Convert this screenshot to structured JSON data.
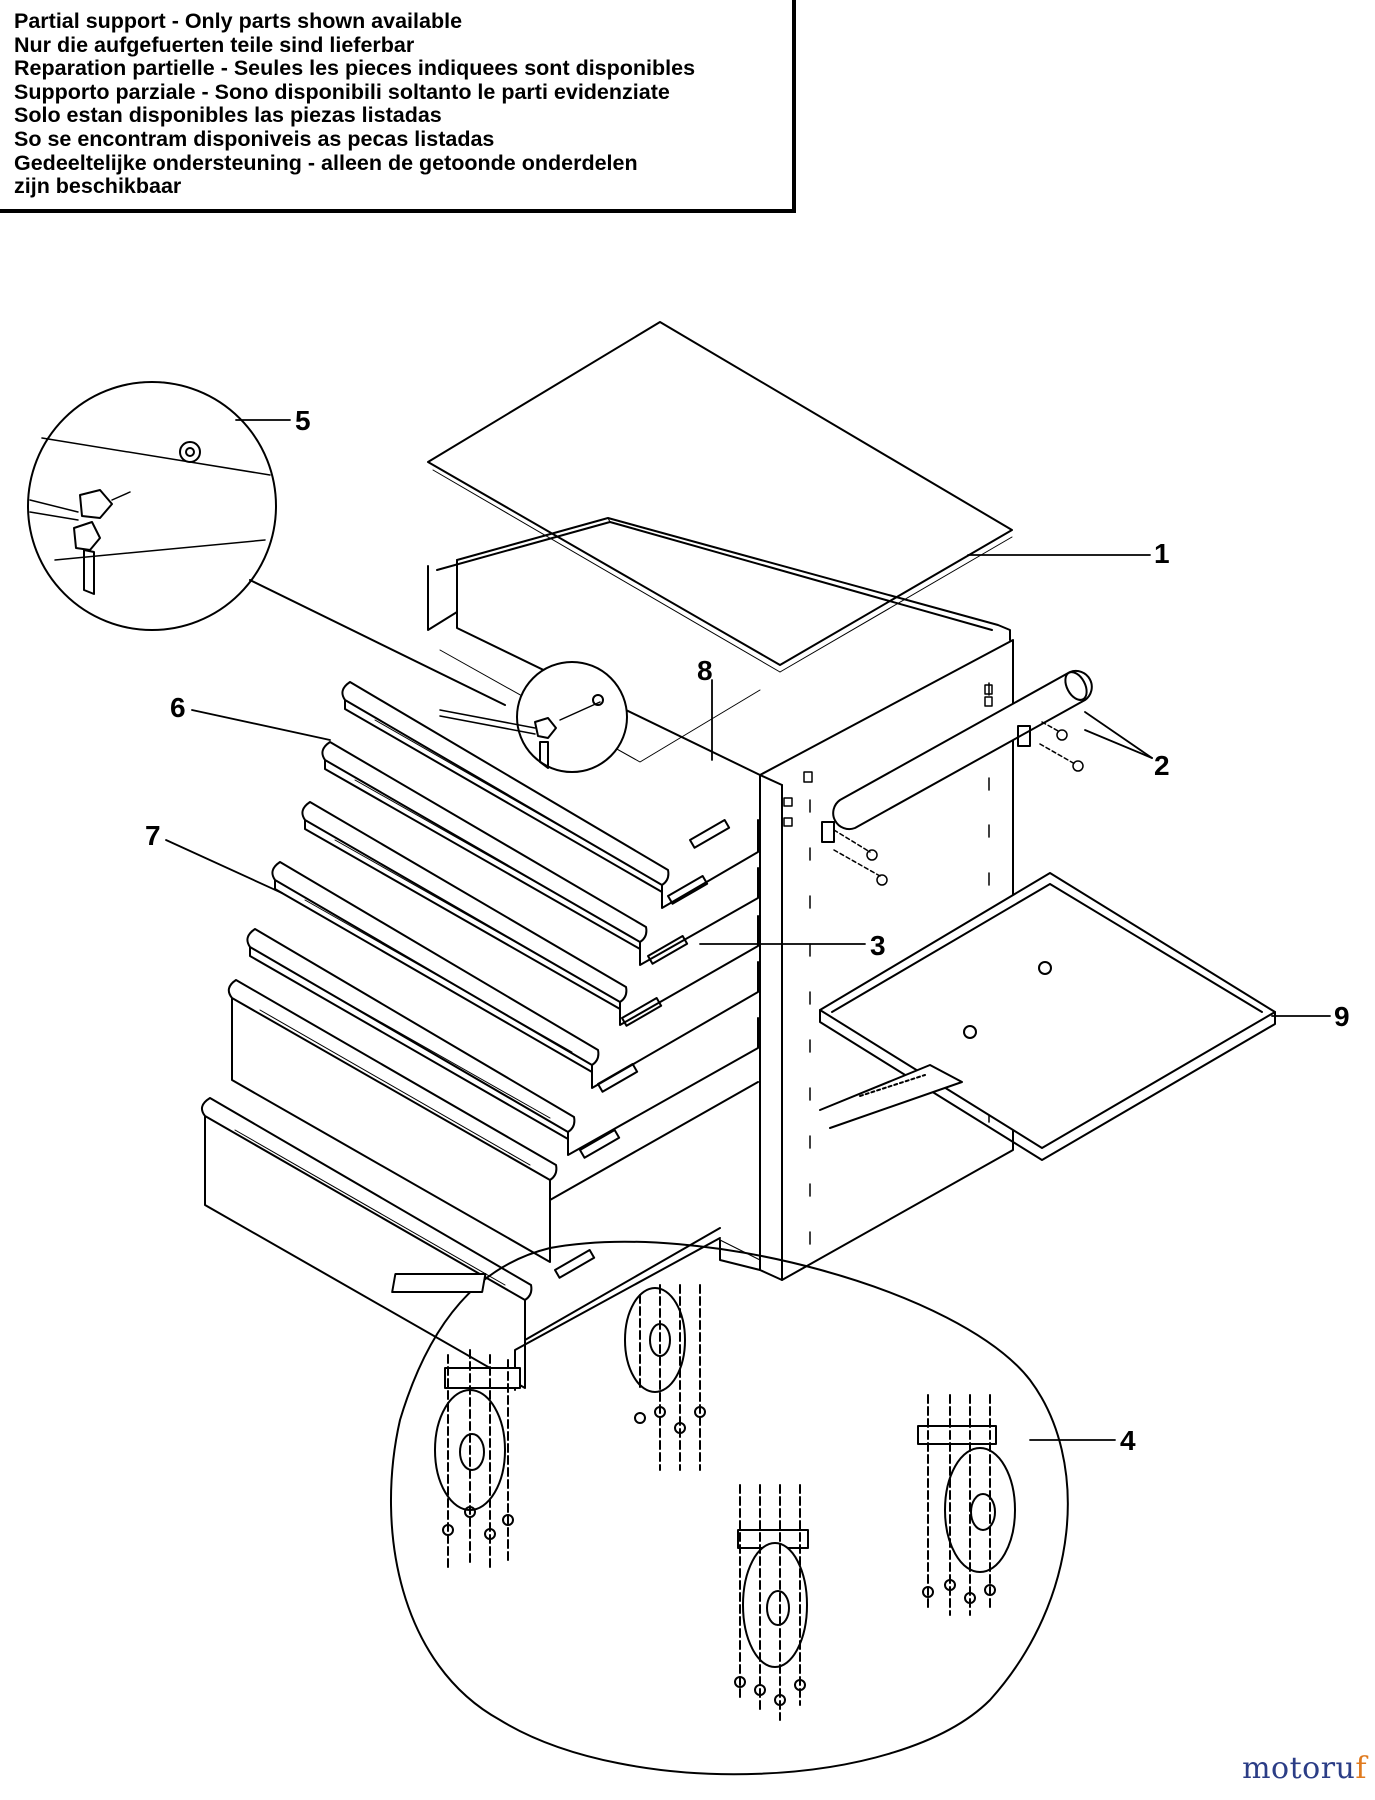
{
  "notice": {
    "lines": [
      "Partial support - Only parts shown available",
      "Nur die aufgefuerten teile sind lieferbar",
      "Reparation partielle - Seules les pieces indiquees sont disponibles",
      "Supporto parziale - Sono disponibili soltanto le parti evidenziate",
      "Solo estan disponibles las piezas listadas",
      "So se encontram disponiveis as pecas listadas",
      "Gedeeltelijke ondersteuning - alleen de getoonde onderdelen",
      "zijn beschikbaar"
    ]
  },
  "callouts": {
    "c1": "1",
    "c2": "2",
    "c3": "3",
    "c4": "4",
    "c5": "5",
    "c6": "6",
    "c7": "7",
    "c8": "8",
    "c9": "9"
  },
  "watermark": {
    "text_main": "motoru",
    "text_accent": "f"
  },
  "colors": {
    "line": "#000000",
    "watermark_main": "#2b3d86",
    "watermark_accent": "#e07a1e"
  }
}
